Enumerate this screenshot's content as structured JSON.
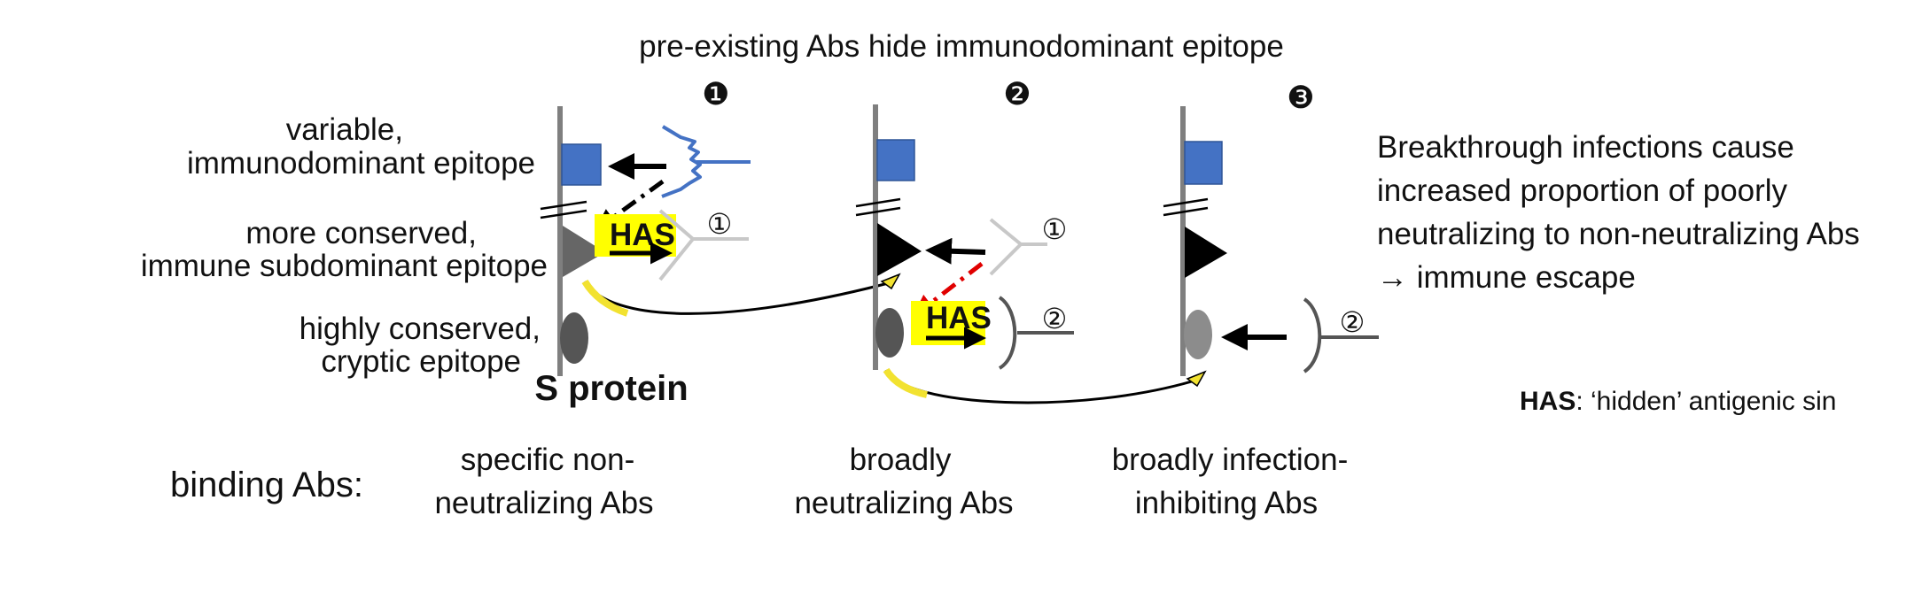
{
  "header": {
    "title": "pre-existing Abs hide immunodominant epitope",
    "step_markers": [
      "❶",
      "❷",
      "❸"
    ]
  },
  "epitopes": {
    "variable": [
      "variable,",
      "immunodominant epitope"
    ],
    "conserved": [
      "more conserved,",
      "immune subdominant epitope"
    ],
    "cryptic": [
      "highly conserved,",
      "cryptic epitope"
    ],
    "protein_label": "S protein"
  },
  "has_tag": "HAS",
  "antibody_markers": [
    "①",
    "②"
  ],
  "right_panel": {
    "lines": [
      "Breakthrough infections cause",
      "increased proportion of poorly",
      "neutralizing to non-neutralizing Abs",
      "→ immune escape"
    ],
    "legend_key": "HAS",
    "legend_text": ": ‘hidden’ antigenic sin"
  },
  "bottom": {
    "row_label": "binding Abs:",
    "col1": [
      "specific non-",
      "neutralizing Abs"
    ],
    "col2": [
      "broadly",
      "neutralizing Abs"
    ],
    "col3": [
      "broadly infection-",
      "inhibiting Abs"
    ]
  },
  "colors": {
    "blue_epitope": "#4472c4",
    "highlight_yellow": "#ffff00",
    "dashed_red": "#e00000",
    "dark_gray": "#555555",
    "mid_gray": "#7f7f7f",
    "light_gray": "#c8c8c8",
    "arc_yellow": "#f2e230"
  }
}
